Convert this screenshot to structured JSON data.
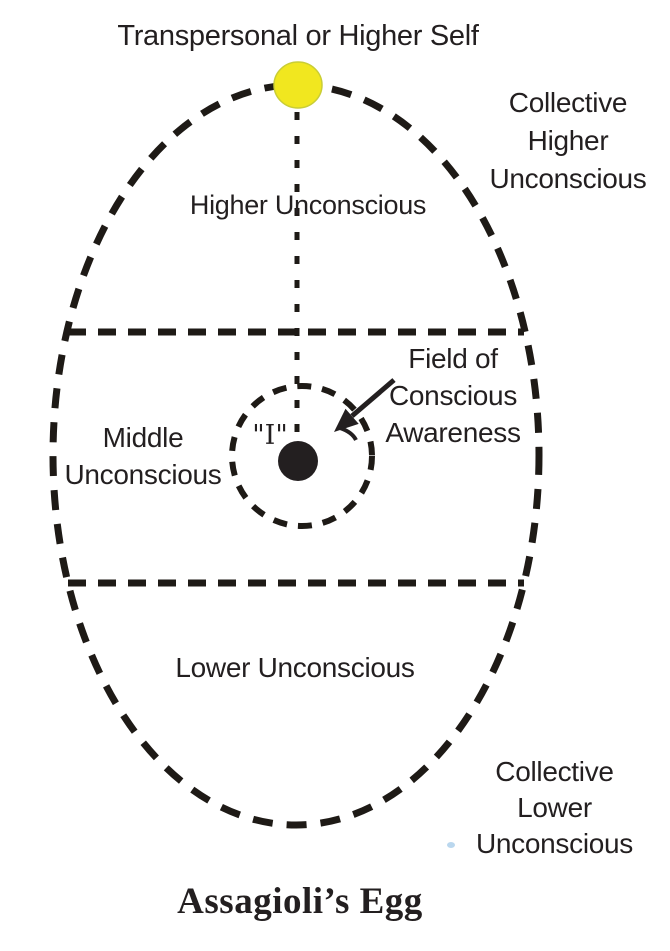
{
  "title": "Assagioli's Egg",
  "colors": {
    "ink": "#231f20",
    "line": "#1e1a16",
    "self_yellow": "#f1e71f",
    "self_yellow_edge": "#c9cd36",
    "artifact_blue": "#a9cdea",
    "background": "#ffffff"
  },
  "labels": {
    "transpersonal_or_higher_self": "Transpersonal or Higher Self",
    "collective_higher_unconscious": "Collective\nHigher\nUnconscious",
    "higher_unconscious": "Higher Unconscious",
    "field_of_conscious_awareness": "Field of\nConscious\nAwareness",
    "middle_unconscious": "Middle\nUnconscious",
    "i_label": "\"I\"",
    "lower_unconscious": "Lower Unconscious",
    "collective_lower_unconscious": "Collective\nLower\nUnconscious",
    "caption": "Assagioli’s Egg"
  }
}
